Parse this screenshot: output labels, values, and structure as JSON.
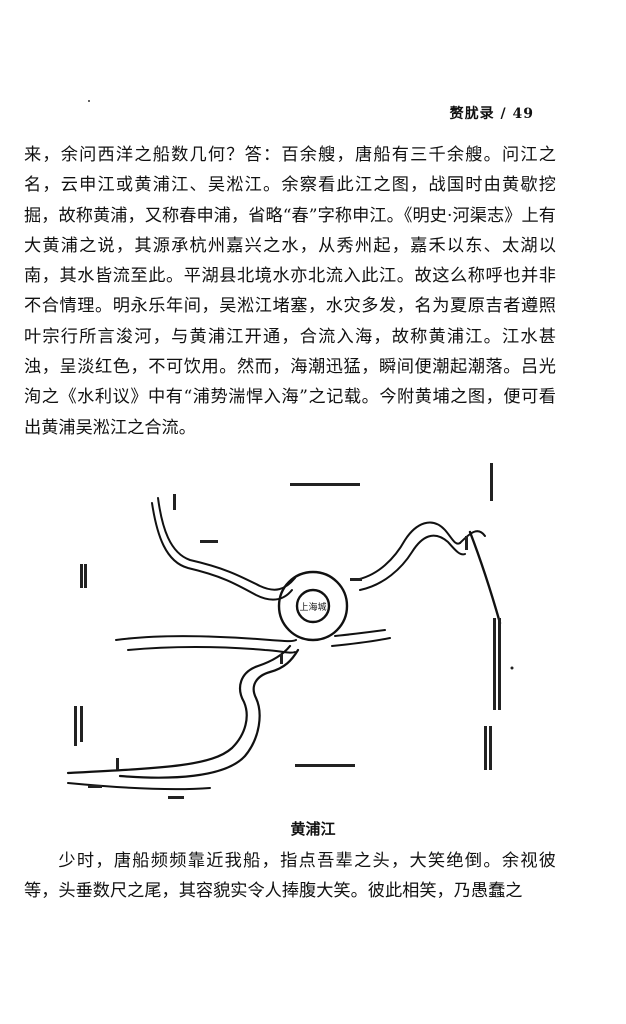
{
  "header": {
    "running_title": "赘肬录 / 49"
  },
  "paragraph_1": "来，余问西洋之船数几何？答：百余艘，唐船有三千余艘。问江之名，云申江或黄浦江、吴淞江。余察看此江之图，战国时由黄歇挖掘，故称黄浦，又称春申浦，省略“春”字称申江。《明史·河渠志》上有大黄浦之说，其源承杭州嘉兴之水，从秀州起，嘉禾以东、太湖以南，其水皆流至此。平湖县北境水亦北流入此江。故这么称呼也并非不合情理。明永乐年间，吴淞江堵塞，水灾多发，名为夏原吉者遵照叶宗行所言浚河，与黄浦江开通，合流入海，故称黄浦江。江水甚浊，呈淡红色，不可饮用。然而，海潮迅猛，瞬间便潮起潮落。吕光洵之《水利议》中有“浦势湍悍入海”之记载。今附黄埔之图，便可看出黄浦吴淞江之合流。",
  "figure": {
    "city_label": "上海城",
    "caption": "黄浦江"
  },
  "paragraph_2": "少时，唐船频频靠近我船，指点吾辈之头，大笑绝倒。余视彼等，头垂数尺之尾，其容貌实令人捧腹大笑。彼此相笑，乃愚蠢之"
}
